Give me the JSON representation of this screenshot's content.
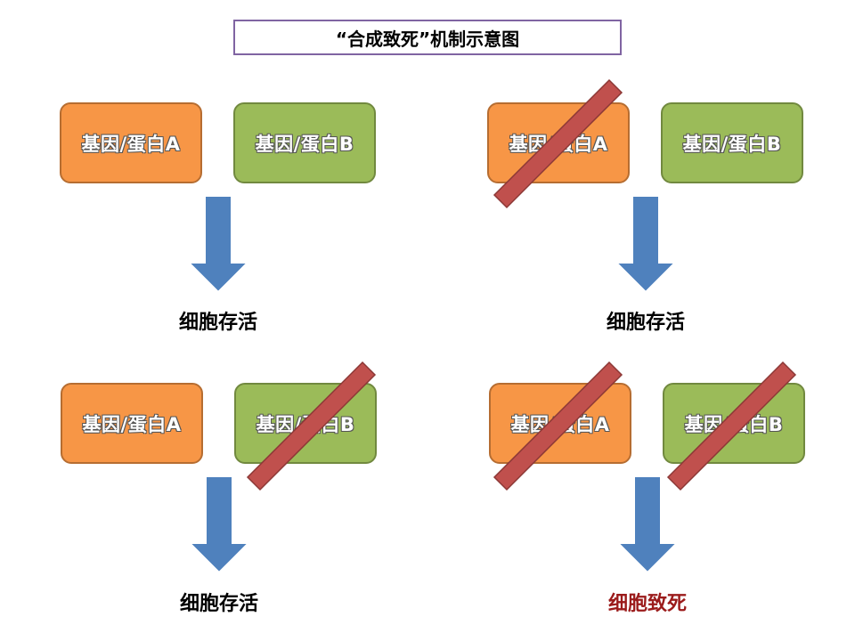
{
  "title": "“合成致死”机制示意图",
  "panels": [
    {
      "gene_a_label": "基因/蛋白A",
      "gene_b_label": "基因/蛋白B",
      "outcome_label": "细胞存活"
    },
    {
      "gene_a_label": "基因/蛋白A",
      "gene_b_label": "基因/蛋白B",
      "outcome_label": "细胞存活"
    },
    {
      "gene_a_label": "基因/蛋白A",
      "gene_b_label": "基因/蛋白B",
      "outcome_label": "细胞存活"
    },
    {
      "gene_a_label": "基因/蛋白A",
      "gene_b_label": "基因/蛋白B",
      "outcome_label": "细胞致死"
    }
  ],
  "colors": {
    "gene_a": "#f79646",
    "gene_b": "#9bbb59",
    "arrow": "#4f81bd",
    "strike": "#c0504d",
    "title_border": "#8064a2",
    "lethal_text": "#9b1b1b"
  }
}
